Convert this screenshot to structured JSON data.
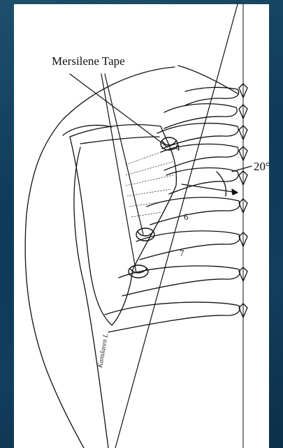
{
  "labels": {
    "title": "Mersilene Tape",
    "angle": "20°",
    "rib_4": "4",
    "rib_6": "6",
    "rib_7": "7",
    "signature": "Kanslaren L"
  },
  "colors": {
    "background": "#123e5c",
    "paper": "#ffffff",
    "ink": "#111111"
  }
}
